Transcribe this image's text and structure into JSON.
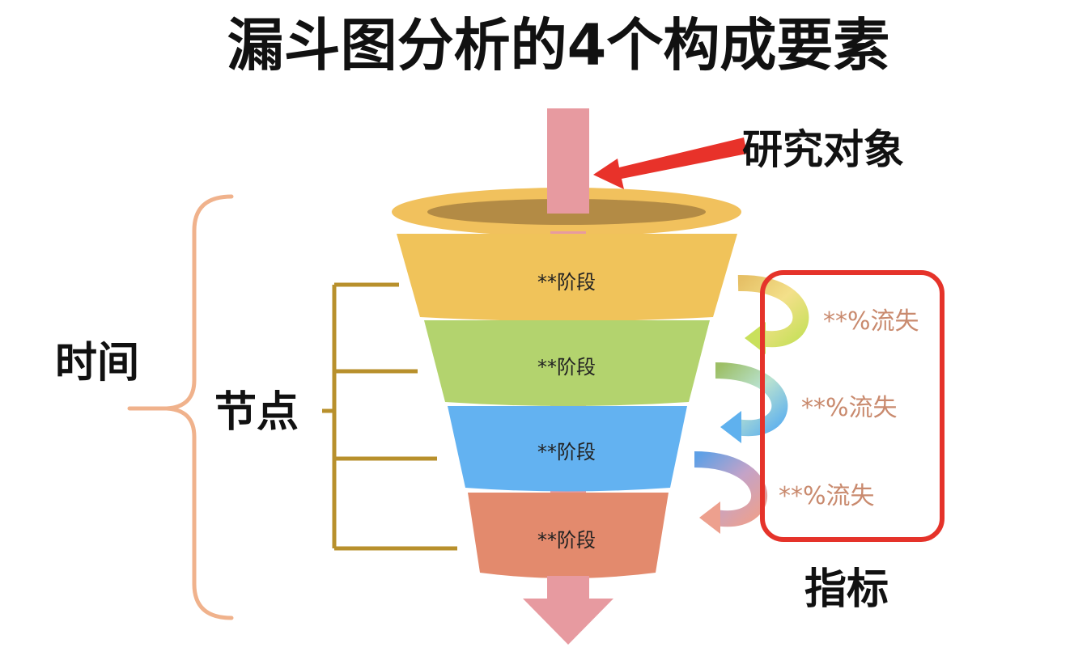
{
  "title": "漏斗图分析的4个构成要素",
  "labels": {
    "research_object": "研究对象",
    "time": "时间",
    "nodes": "节点",
    "metrics": "指标"
  },
  "stages": [
    {
      "label": "**阶段",
      "color": "#f0c35a"
    },
    {
      "label": "**阶段",
      "color": "#b3d36e"
    },
    {
      "label": "**阶段",
      "color": "#63b2f1"
    },
    {
      "label": "**阶段",
      "color": "#e38a6d"
    }
  ],
  "losses": [
    {
      "label": "**%流失"
    },
    {
      "label": "**%流失"
    },
    {
      "label": "**%流失"
    }
  ],
  "colors": {
    "funnel_rim": "#f1c15d",
    "funnel_rim_inner": "#b38b45",
    "flow_arrow": "#e79aa0",
    "pointer_arrow": "#e8322a",
    "time_brace": "#f0b28c",
    "node_bracket": "#b8902c",
    "metrics_box": "#e5332a",
    "loss_text": "#c98a6e"
  }
}
